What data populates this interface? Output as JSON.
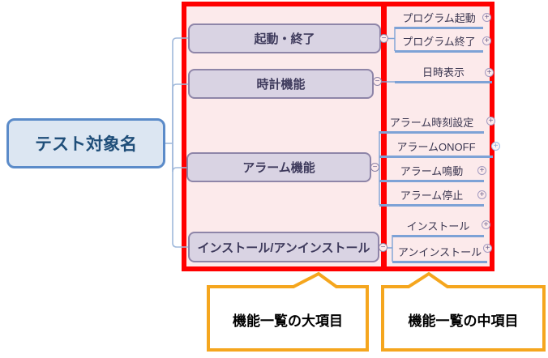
{
  "root": {
    "label": "テスト対象名"
  },
  "major_items": [
    {
      "label": "起動・終了"
    },
    {
      "label": "時計機能"
    },
    {
      "label": "アラーム機能"
    },
    {
      "label": "インストール/アンインストール"
    }
  ],
  "sub_items": [
    {
      "label": "プログラム起動"
    },
    {
      "label": "プログラム終了"
    },
    {
      "label": "日時表示"
    },
    {
      "label": "アラーム時刻設定"
    },
    {
      "label": "アラームONOFF"
    },
    {
      "label": "アラーム鳴動"
    },
    {
      "label": "アラーム停止"
    },
    {
      "label": "インストール"
    },
    {
      "label": "アンインストール"
    }
  ],
  "callouts": [
    {
      "label": "機能一覧の大項目"
    },
    {
      "label": "機能一覧の中項目"
    }
  ],
  "icons": {
    "expand": "+",
    "collapse": "−"
  },
  "colors": {
    "highlight_border": "#FF0000",
    "highlight_fill": "#FCEAEB",
    "major_fill": "#D9D3E3",
    "major_border": "#8E85A8",
    "root_fill": "#DCE6F2",
    "root_border": "#5B8BC9",
    "line_blue": "#7DA2D6",
    "trunk_blue": "#A0B9DB",
    "callout_border": "#F5A61E"
  }
}
